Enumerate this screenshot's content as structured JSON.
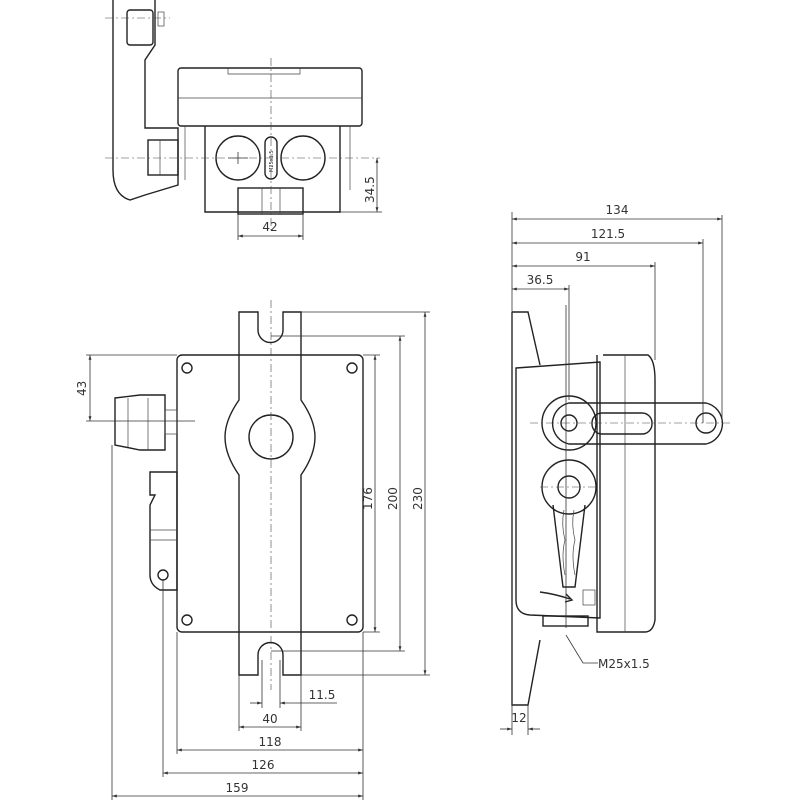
{
  "top_view": {
    "dim_width": "42",
    "dim_height": "34.5",
    "thread_label": "M25x1.5"
  },
  "front_view": {
    "dim_connector_offset": "43",
    "dim_176": "176",
    "dim_200": "200",
    "dim_230": "230",
    "dim_slot": "11.5",
    "dim_plate": "40",
    "dim_118": "118",
    "dim_126": "126",
    "dim_159": "159"
  },
  "side_view": {
    "dim_134": "134",
    "dim_121_5": "121.5",
    "dim_91": "91",
    "dim_36_5": "36.5",
    "dim_12": "12",
    "thread_callout": "M25x1.5"
  }
}
